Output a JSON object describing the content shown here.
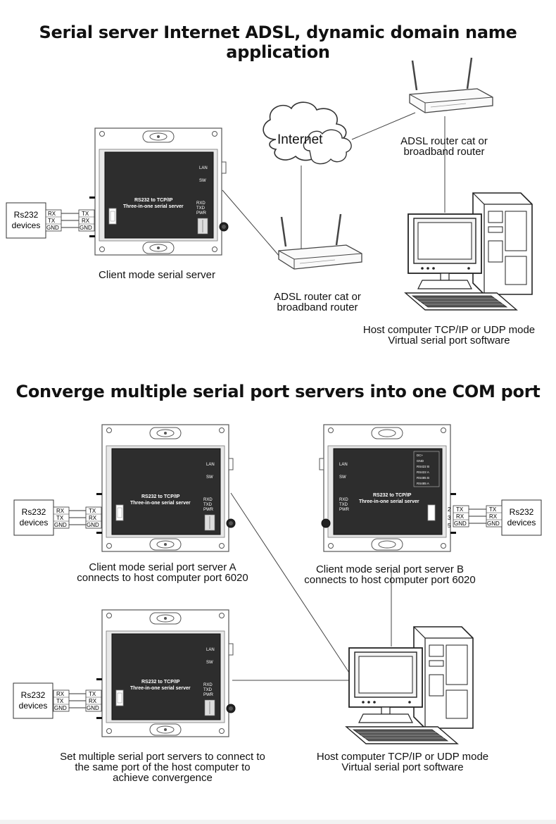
{
  "section1": {
    "title": "Serial server Internet ADSL, dynamic domain name application",
    "cloud_label": "Internet",
    "device": {
      "indicators": [
        "LAN",
        "SW",
        "RXD",
        "TXD",
        "PWR"
      ],
      "panel_line1": "RS232 to TCP/IP",
      "panel_line2": "Three-in-one serial server"
    },
    "rs232_box": {
      "line1": "Rs232",
      "line2": "devices"
    },
    "wiring_left": [
      "RX",
      "TX",
      "GND"
    ],
    "wiring_right": [
      "TX",
      "RX",
      "GND"
    ],
    "client_caption": "Client mode serial server",
    "router_top_caption": [
      "ADSL router cat or",
      "broadband router"
    ],
    "router_bottom_caption": [
      "ADSL router cat or",
      "broadband router"
    ],
    "host_caption": [
      "Host computer TCP/IP or UDP mode",
      "Virtual serial port software"
    ]
  },
  "section2": {
    "title": "Converge multiple serial port servers into one COM port",
    "server_a_caption": [
      "Client mode serial port server A",
      "connects to host computer port 6020"
    ],
    "server_b_caption": [
      "Client mode serial port server B",
      "connects to host computer port 6020"
    ],
    "server_c_caption": [
      "Set multiple serial port servers to connect to",
      "the same port of the host computer to",
      "achieve convergence"
    ],
    "host_caption": [
      "Host computer TCP/IP or UDP mode",
      "Virtual serial port software"
    ],
    "rs232_box": {
      "line1": "Rs232",
      "line2": "devices"
    },
    "wiring_left": [
      "RX",
      "TX",
      "GND"
    ],
    "wiring_right": [
      "TX",
      "RX",
      "GND"
    ],
    "wiring_b_device": [
      "TX",
      "RX",
      "GND"
    ],
    "wiring_b_server": [
      "TX",
      "RX",
      "GND"
    ],
    "pin_numbers": [
      "2",
      "3",
      "5"
    ],
    "terminal_labels": [
      "DC+",
      "GND",
      "RS422 B",
      "RS422 A",
      "RS485 B",
      "RS485 A"
    ]
  }
}
